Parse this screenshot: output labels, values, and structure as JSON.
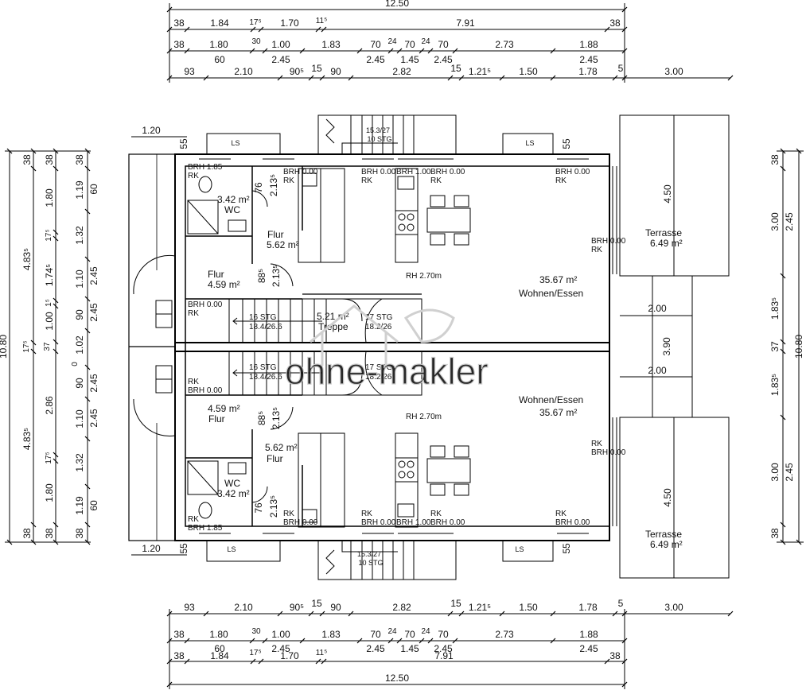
{
  "dims_top": {
    "r1": [
      "12.50"
    ],
    "r2": [
      "38",
      "1.84",
      "17⁵",
      "1.70",
      "11⁵",
      "7.91",
      "38"
    ],
    "r3": [
      "38",
      "1.80",
      "30",
      "1.00",
      "1.83",
      "70",
      "24",
      "70",
      "24",
      "70",
      "2.73",
      "1.88"
    ],
    "r3b": [
      "60",
      "2.45",
      "2.45",
      "1.45",
      "2.45",
      "2.45"
    ],
    "r4": [
      "93",
      "2.10",
      "90⁵",
      "15",
      "90",
      "2.82",
      "15",
      "1.21⁵",
      "1.50",
      "1.78",
      "5",
      "3.00"
    ]
  },
  "dims_bottom": {
    "r4": [
      "93",
      "2.10",
      "90⁵",
      "15",
      "90",
      "2.82",
      "15",
      "1.21⁵",
      "1.50",
      "1.78",
      "5",
      "3.00"
    ],
    "r3": [
      "38",
      "1.80",
      "30",
      "1.00",
      "1.83",
      "70",
      "24",
      "70",
      "24",
      "70",
      "2.73",
      "1.88"
    ],
    "r3b": [
      "60",
      "2.45",
      "2.45",
      "1.45",
      "2.45",
      "2.45"
    ],
    "r2": [
      "38",
      "1.84",
      "17⁵",
      "1.70",
      "11⁵",
      "7.91",
      "38"
    ],
    "r1": [
      "12.50"
    ]
  },
  "dims_left": {
    "c1": [
      "10.80"
    ],
    "c2": [
      "38",
      "4.83⁵",
      "17⁵",
      "4.83⁵",
      "38"
    ],
    "c3": [
      "38",
      "1.80",
      "17⁵",
      "1.74⁵",
      "1⁵",
      "1.00",
      "37",
      "2.86",
      "17⁵",
      "1.80",
      "38"
    ],
    "c4": [
      "38",
      "1.19",
      "1.32",
      "1.10",
      "90",
      "1.02",
      "0",
      "90",
      "1.10",
      "1.32",
      "1.19",
      "38"
    ],
    "c5": [
      "60",
      "2.45",
      "2.45",
      "2.45",
      "2.45",
      "60"
    ]
  },
  "dims_right": {
    "c1": [
      "38",
      "3.00",
      "1.83⁵",
      "37",
      "1.83⁵",
      "3.00",
      "38"
    ],
    "c2": [
      "2.45",
      "2.45"
    ],
    "c3": [
      "10.80"
    ]
  },
  "misc_dims": [
    "1.20",
    "55",
    "55",
    "55",
    "55",
    "1.20",
    "76",
    "2.13⁵",
    "88⁵",
    "2.13⁵",
    "88⁵",
    "2.13⁵",
    "76",
    "2.13⁵",
    "4.50",
    "4.50",
    "2.00",
    "2.00",
    "3.90"
  ],
  "rooms": {
    "wc_top": [
      "3.42 m²",
      "WC"
    ],
    "flur_small_top": [
      "Flur",
      "5.62 m²"
    ],
    "flur_big_top": [
      "Flur",
      "4.59 m²"
    ],
    "wohnen_top": [
      "35.67 m²",
      "Wohnen/Essen"
    ],
    "rh_top": "RH 2.70m",
    "treppe_area": "5.21 m²",
    "treppe_label": "Treppe",
    "terrasse_top": [
      "Terrasse",
      "6.49 m²"
    ],
    "wc_bot": [
      "WC",
      "3.42 m²"
    ],
    "flur_small_bot": [
      "5.62 m²",
      "Flur"
    ],
    "flur_big_bot": [
      "4.59 m²",
      "Flur"
    ],
    "wohnen_bot": [
      "Wohnen/Essen",
      "35.67 m²"
    ],
    "rh_bot": "RH 2.70m",
    "terrasse_bot": [
      "Terrasse",
      "6.49 m²"
    ]
  },
  "stairs": {
    "top_left": [
      "16 STG",
      "18.4/26.6"
    ],
    "top_right": [
      "17 STG",
      "18.2/26"
    ],
    "bot_left": [
      "16 STG",
      "18.4/26.6"
    ],
    "bot_right": [
      "17 STG",
      "18.2/26"
    ],
    "ext_top": [
      "15.3/27",
      "10 STG"
    ],
    "ext_bot": [
      "15.3/27",
      "10 STG"
    ]
  },
  "tags": {
    "brh_185": "BRH 1.85",
    "brh_000": "BRH 0.00",
    "brh_100": "BRH 1.00",
    "rk": "RK",
    "ls": "LS"
  },
  "watermark": "ohne-makler"
}
